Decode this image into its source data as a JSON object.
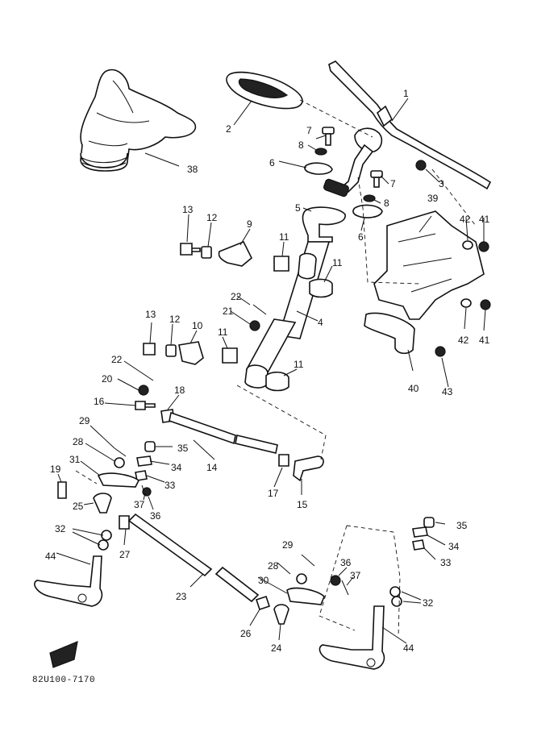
{
  "diagram_code": "82U100-7170",
  "callouts": [
    "1",
    "2",
    "3",
    "4",
    "5",
    "6",
    "6",
    "7",
    "7",
    "8",
    "8",
    "9",
    "10",
    "11",
    "11",
    "11",
    "11",
    "12",
    "12",
    "13",
    "13",
    "14",
    "15",
    "16",
    "17",
    "18",
    "19",
    "20",
    "21",
    "22",
    "22",
    "23",
    "24",
    "25",
    "26",
    "27",
    "28",
    "28",
    "29",
    "29",
    "30",
    "31",
    "32",
    "32",
    "33",
    "33",
    "34",
    "34",
    "35",
    "35",
    "36",
    "36",
    "37",
    "37",
    "38",
    "39",
    "40",
    "41",
    "41",
    "42",
    "42",
    "43",
    "44",
    "44"
  ]
}
